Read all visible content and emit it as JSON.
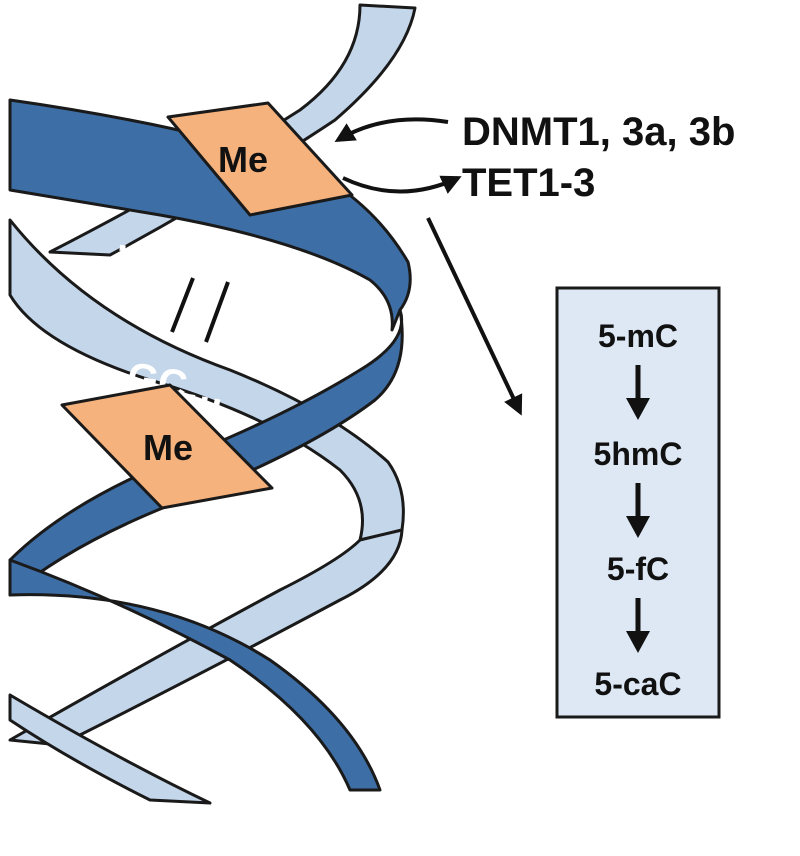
{
  "colors": {
    "back_strand": "#c4d6ea",
    "front_strand": "#3d6ea6",
    "methyl_group": "#f6b27c",
    "pathway_box": "#dde8f4",
    "sequence_text": "#ffffff",
    "label_text": "#111111"
  },
  "methyl_top": {
    "label": "Me"
  },
  "methyl_bottom": {
    "label": "Me"
  },
  "sequence": {
    "top": "….CG…",
    "bottom": "….GC…"
  },
  "enzymes": {
    "methyltransferases": "DNMT1, 3a, 3b",
    "dioxygenases": "TET1-3"
  },
  "pathway": {
    "steps": [
      "5-mC",
      "5hmC",
      "5-fC",
      "5-caC"
    ]
  }
}
